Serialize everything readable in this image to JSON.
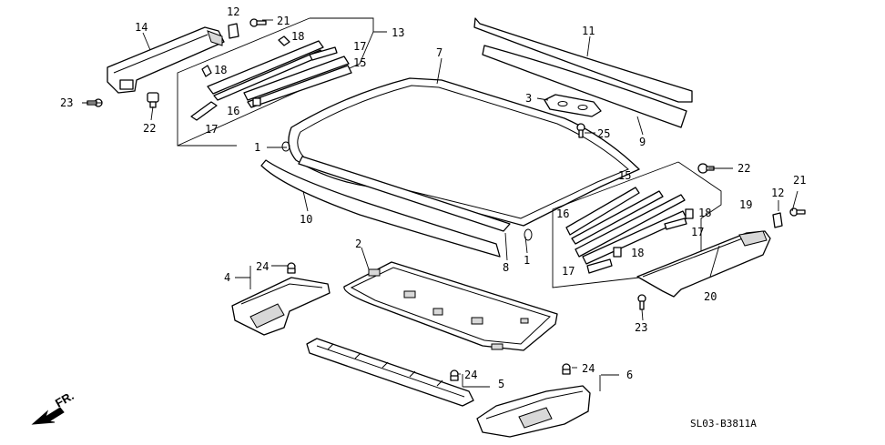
{
  "callouts": {
    "c1a": "1",
    "c1b": "1",
    "c2": "2",
    "c3": "3",
    "c4": "4",
    "c5": "5",
    "c6": "6",
    "c7": "7",
    "c8": "8",
    "c9": "9",
    "c10": "10",
    "c11": "11",
    "c12a": "12",
    "c12b": "12",
    "c13": "13",
    "c14": "14",
    "c15a": "15",
    "c15b": "15",
    "c16a": "16",
    "c16b": "16",
    "c17a": "17",
    "c17b": "17",
    "c17c": "17",
    "c17d": "17",
    "c18a": "18",
    "c18b": "18",
    "c18c": "18",
    "c18d": "18",
    "c19": "19",
    "c20": "20",
    "c21a": "21",
    "c21b": "21",
    "c22a": "22",
    "c22b": "22",
    "c23a": "23",
    "c23b": "23",
    "c24a": "24",
    "c24b": "24",
    "c24c": "24",
    "c25": "25"
  },
  "direction_label": "FR.",
  "diagram_ref": "SL03-B3811A"
}
